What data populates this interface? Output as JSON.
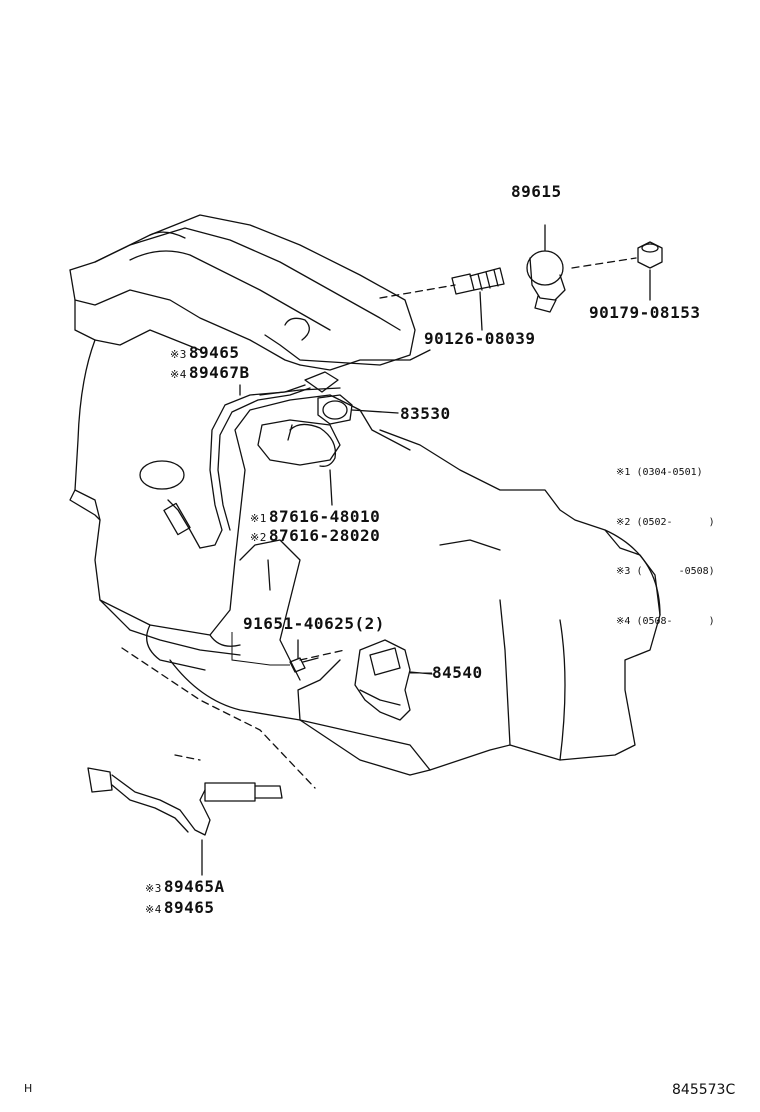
{
  "parts": {
    "knock_sensor": "89615",
    "stud_bolt": "90126-08039",
    "nut": "90179-08153",
    "oil_switch": "83530",
    "o2_sensor_upper": [
      {
        "mark": "※3",
        "number": "89465"
      },
      {
        "mark": "※4",
        "number": "89467B"
      }
    ],
    "clip": [
      {
        "mark": "※1",
        "number": "87616-48010"
      },
      {
        "mark": "※2",
        "number": "87616-28020"
      }
    ],
    "bolt": "91651-40625(2)",
    "neutral_switch": "84540",
    "o2_sensor_lower": [
      {
        "mark": "※3",
        "number": "89465A"
      },
      {
        "mark": "※4",
        "number": "89465"
      }
    ]
  },
  "legend": [
    {
      "mark": "※1",
      "range": "(0304-0501)"
    },
    {
      "mark": "※2",
      "range": "(0502-      )"
    },
    {
      "mark": "※3",
      "range": "(      -0508)"
    },
    {
      "mark": "※4",
      "range": "(0508-      )"
    }
  ],
  "footer": {
    "left_code": "H",
    "diagram_id": "845573C"
  }
}
